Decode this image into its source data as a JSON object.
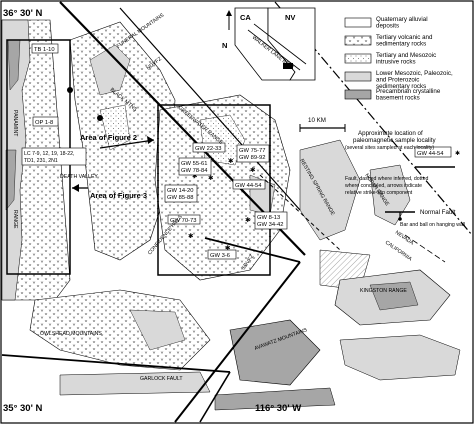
{
  "coordinates": {
    "nw_lat": "36° 30' N",
    "sw_lat": "35° 30' N",
    "s_lon": "116° 30' W"
  },
  "inset": {
    "state_left": "CA",
    "state_right": "NV",
    "belt_label": "WALKER LANE BELT",
    "north_label": "N"
  },
  "legend": {
    "items": [
      {
        "label": "Quaternary alluvial deposits",
        "fill": "#ffffff"
      },
      {
        "label": "Tertiary volcanic and sedimentary rocks",
        "fill": "#f5f5f5"
      },
      {
        "label": "Tertiary and Mesozoic intrusive rocks",
        "fill": "#fbfbfb"
      },
      {
        "label": "Lower Mesozoic, Paleozoic, and Proterozoic sedimentary rocks",
        "fill": "#d9d9d9"
      },
      {
        "label": "Precambrian crystalline basement rocks",
        "fill": "#a6a6a6"
      }
    ],
    "scale": "10 KM",
    "site_sample": "GW 44-54",
    "site_text": "Approximate location of paleomagnetic sample locality (several sites sampled at each locality)",
    "fault_text": "Fault, dashed where inferred, dotted where concealed, arrows indicate relative strike-slip component",
    "normal_fault_title": "Normal Fault",
    "normal_fault_sub": "Bar and ball on hanging wall"
  },
  "areas": {
    "area2": "Area of Figure 2",
    "area3": "Area of Figure 3"
  },
  "places": {
    "funeral_mtns": "FUNERAL MOUNTAINS",
    "ndvfz": "NDVFZ",
    "panamint_left": "PANAMINT",
    "range_left": "RANGE",
    "death_valley": "DEATH VALLEY",
    "black_mtns": "BLACK MTNS",
    "greenwater": "GREENWATER RANGE",
    "resting_spring": "RESTING SPRING RANGE",
    "nopah": "NOPAH RANGE",
    "nevada": "NEVADA",
    "california": "CALIFORNIA",
    "sdvfz": "SDVFZ",
    "owlshead": "OWLSHEAD MOUNTAINS",
    "kingston": "KINGSTON RANGE",
    "garlock": "GARLOCK FAULT",
    "avawatz": "AVAWATZ MOUNTAINS",
    "confidence": "CONFIDENCE HILLS"
  },
  "sites_left": {
    "tb": "TB 1-10",
    "op": "OP 1-8",
    "lc_line1": "LC 7-9, 12, 19, 18-22,",
    "lc_line2": "TD1, 231, 2N1"
  },
  "gw_sites": {
    "gw_22_33": "GW 22-33",
    "gw_55_61": "GW 55-61",
    "gw_78_84": "GW 78-84",
    "gw_75_77": "GW 75-77",
    "gw_89_92": "GW 89-92",
    "gw_14_20": "GW 14-20",
    "gw_85_88": "GW 85-88",
    "gw_44_54": "GW 44-54",
    "gw_70_73": "GW 70-73",
    "gw_8_13": "GW 8-13",
    "gw_34_42": "GW 34-42",
    "gw_3_6": "GW 3-6"
  }
}
